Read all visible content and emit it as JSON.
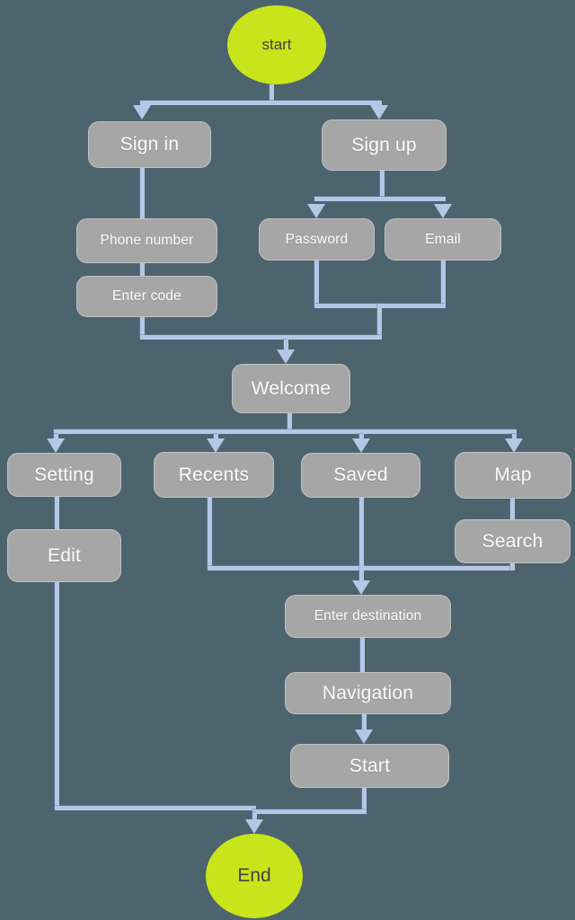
{
  "diagram": {
    "type": "flowchart",
    "nodes": {
      "start": "start",
      "sign_in": "Sign in",
      "sign_up": "Sign up",
      "phone_number": "Phone number",
      "enter_code": "Enter code",
      "password": "Password",
      "email": "Email",
      "welcome": "Welcome",
      "setting": "Setting",
      "recents": "Recents",
      "saved": "Saved",
      "map": "Map",
      "edit": "Edit",
      "search": "Search",
      "enter_destination": "Enter destination",
      "navigation": "Navigation",
      "start_action": "Start",
      "end": "End"
    },
    "edges": [
      {
        "from": "start",
        "to": "sign_in"
      },
      {
        "from": "start",
        "to": "sign_up"
      },
      {
        "from": "sign_in",
        "to": "phone_number"
      },
      {
        "from": "phone_number",
        "to": "enter_code"
      },
      {
        "from": "sign_up",
        "to": "password"
      },
      {
        "from": "sign_up",
        "to": "email"
      },
      {
        "from": "enter_code",
        "to": "welcome"
      },
      {
        "from": "password",
        "to": "welcome"
      },
      {
        "from": "email",
        "to": "welcome"
      },
      {
        "from": "welcome",
        "to": "setting"
      },
      {
        "from": "welcome",
        "to": "recents"
      },
      {
        "from": "welcome",
        "to": "saved"
      },
      {
        "from": "welcome",
        "to": "map"
      },
      {
        "from": "setting",
        "to": "edit"
      },
      {
        "from": "map",
        "to": "search"
      },
      {
        "from": "recents",
        "to": "enter_destination"
      },
      {
        "from": "saved",
        "to": "enter_destination"
      },
      {
        "from": "search",
        "to": "enter_destination"
      },
      {
        "from": "enter_destination",
        "to": "navigation"
      },
      {
        "from": "navigation",
        "to": "start_action"
      },
      {
        "from": "start_action",
        "to": "end"
      },
      {
        "from": "edit",
        "to": "end"
      }
    ],
    "colors": {
      "background": "#4c646d",
      "node_fill": "#a6a6a6",
      "node_text": "#fbfbfb",
      "connector": "#b4c7e7",
      "terminal_fill": "#c8e51c",
      "terminal_text": "#3f4347"
    }
  }
}
